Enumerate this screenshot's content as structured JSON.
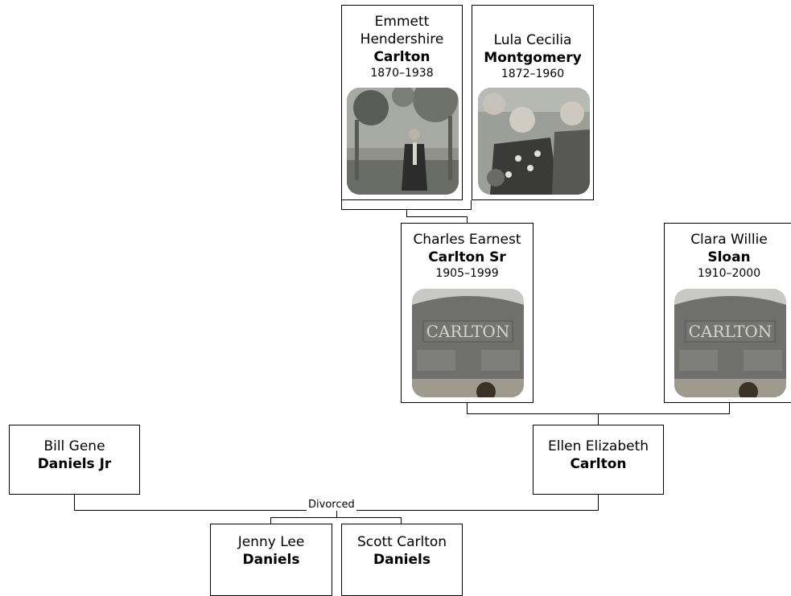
{
  "people": {
    "emmett": {
      "given": "Emmett Hendershire",
      "surname": "Carlton",
      "years": "1870–1938",
      "photo": "man-in-suit-photo"
    },
    "lula": {
      "given": "Lula Cecilia",
      "surname": "Montgomery",
      "years": "1872–1960",
      "photo": "group-of-women-photo"
    },
    "charles": {
      "given": "Charles Earnest",
      "surname": "Carlton Sr",
      "years": "1905–1999",
      "photo": "carlton-headstone-photo"
    },
    "clara": {
      "given": "Clara Willie",
      "surname": "Sloan",
      "years": "1910–2000",
      "photo": "carlton-headstone-photo"
    },
    "bill": {
      "given": "Bill Gene",
      "surname": "Daniels Jr"
    },
    "ellen": {
      "given": "Ellen Elizabeth",
      "surname": "Carlton"
    },
    "jenny": {
      "given": "Jenny Lee",
      "surname": "Daniels"
    },
    "scott": {
      "given": "Scott Carlton",
      "surname": "Daniels"
    }
  },
  "relations": {
    "bill_ellen_status": "Divorced"
  },
  "headstone_text": "CARLTON"
}
